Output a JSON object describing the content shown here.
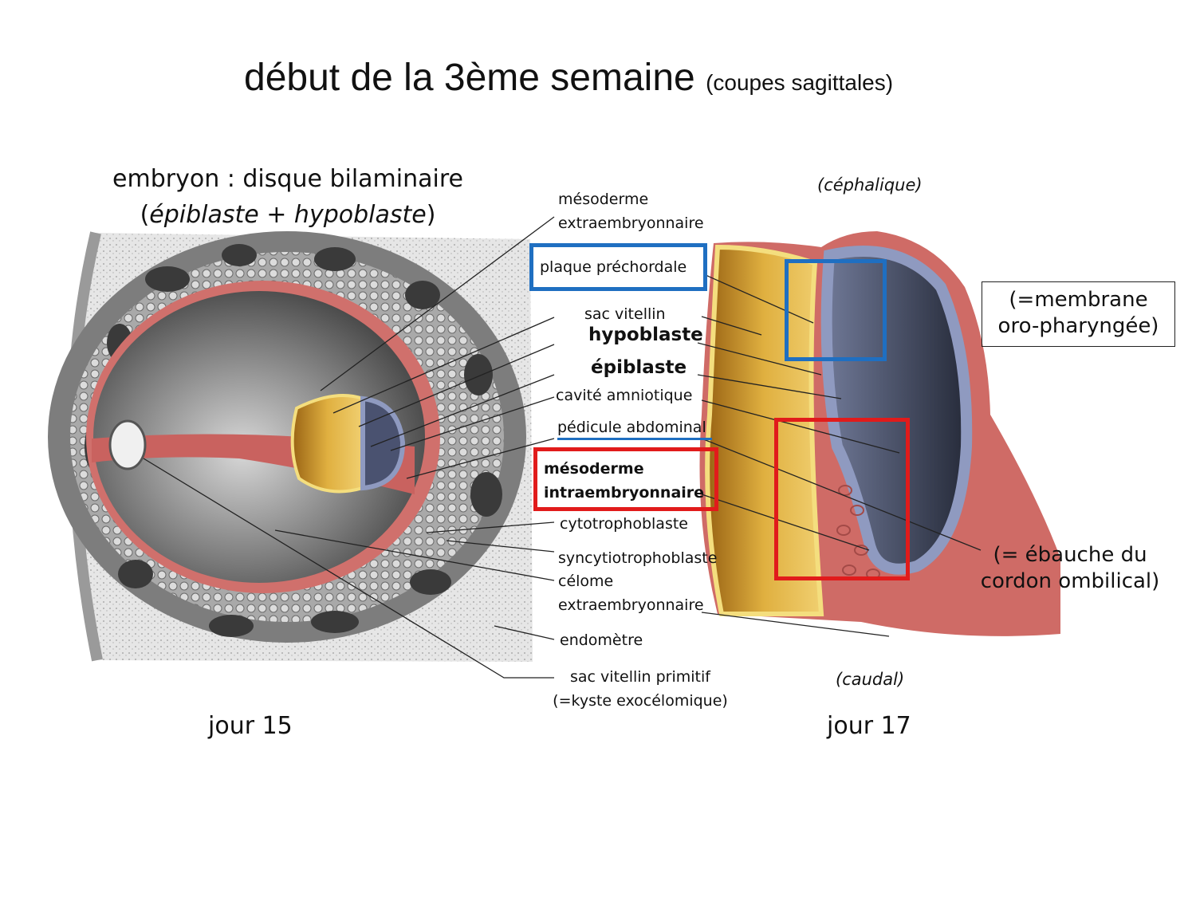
{
  "title": {
    "main": "début de la 3ème semaine",
    "sub": "(coupes sagittales)"
  },
  "left_panel": {
    "heading_line1": "embryon : disque bilaminaire",
    "heading_line2_open": "(",
    "heading_line2_italic": "épiblaste + hypoblaste",
    "heading_line2_close": ")",
    "day_label": "jour 15"
  },
  "labels": {
    "mesoderme_extra_1": "mésoderme",
    "mesoderme_extra_2": "extraembryonnaire",
    "plaque_prechordale": "plaque préchordale",
    "sac_vitellin": "sac vitellin",
    "hypoblaste": "hypoblaste",
    "epiblaste": "épiblaste",
    "cavite_amniotique": "cavité amniotique",
    "pedicule_abdominal": "pédicule abdominal",
    "mesoderme_intra_1": "mésoderme",
    "mesoderme_intra_2": "intraembryonnaire",
    "cytotrophoblaste": "cytotrophoblaste",
    "syncytiotrophoblaste": "syncytiotrophoblaste",
    "celome_1": "célome",
    "celome_2": "extraembryonnaire",
    "endometre": "endomètre",
    "sac_vitellin_primitif_1": "sac vitellin primitif",
    "sac_vitellin_primitif_2": "(=kyste exocélomique)"
  },
  "right_panel": {
    "cephalique": "(céphalique)",
    "caudal": "(caudal)",
    "day_label": "jour 17",
    "note_membrane_1": "(=membrane",
    "note_membrane_2": "oro-pharyngée)",
    "note_cordon_1": "(= ébauche du",
    "note_cordon_2": "cordon ombilical)"
  },
  "colors": {
    "highlight_blue": "#1f6fc1",
    "highlight_red": "#e11b1b",
    "tissue_pink": "#cf6b66",
    "yolk_gold": "#d9a531",
    "amnion_dark": "#3c4358"
  }
}
